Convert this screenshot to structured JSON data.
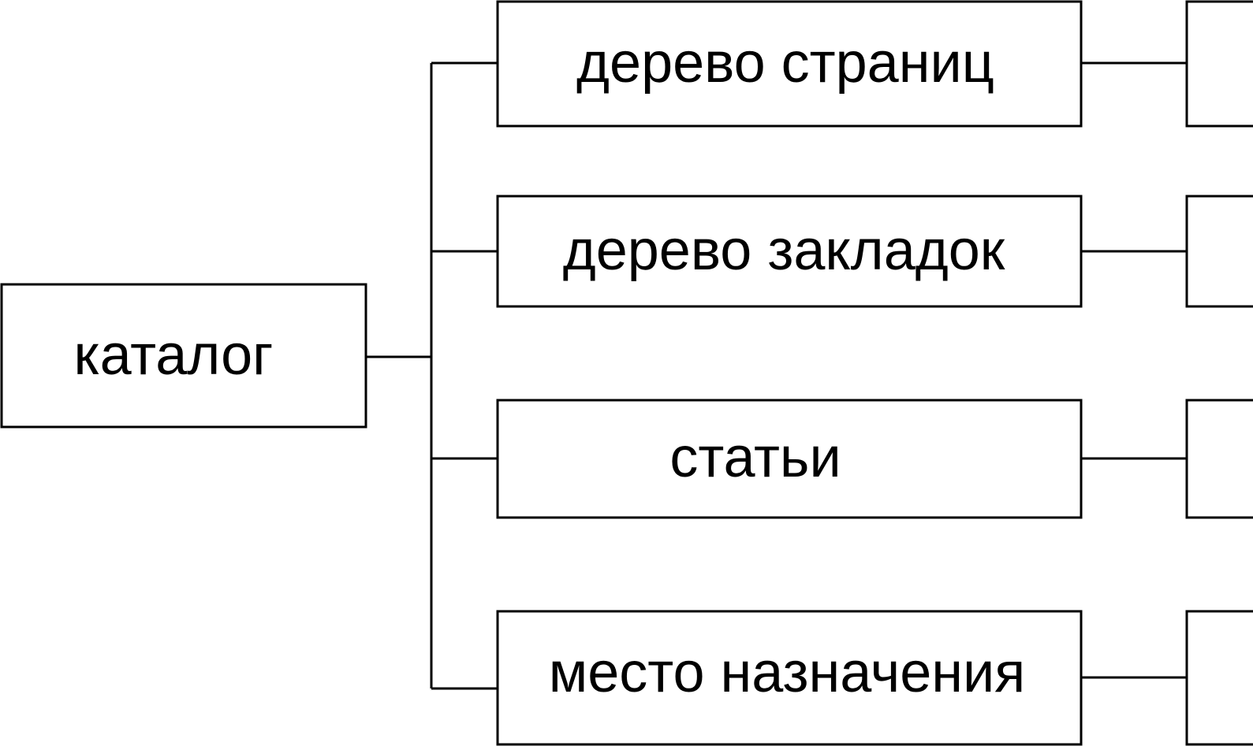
{
  "diagram": {
    "root": {
      "label": "каталог"
    },
    "children": [
      {
        "label": "дерево страниц"
      },
      {
        "label": "дерево закладок"
      },
      {
        "label": "статьи"
      },
      {
        "label": "место назначения"
      }
    ],
    "colors": {
      "stroke": "#000000",
      "fill": "#ffffff",
      "text": "#000000"
    }
  }
}
